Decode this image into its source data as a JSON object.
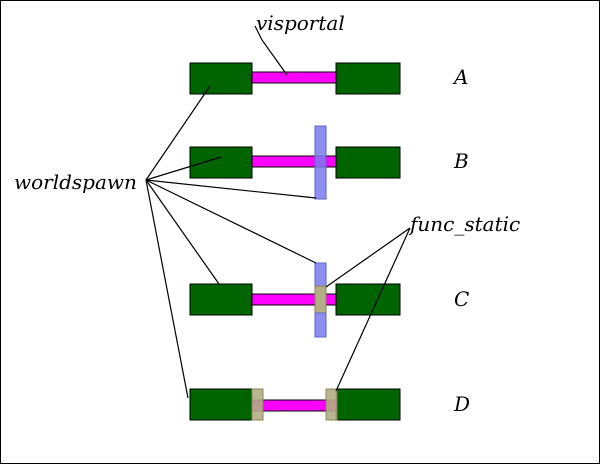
{
  "labels": {
    "visportal": "visportal",
    "worldspawn": "worldspawn",
    "func_static": "func_static"
  },
  "rows": [
    {
      "id": "A",
      "label": "A"
    },
    {
      "id": "B",
      "label": "B"
    },
    {
      "id": "C",
      "label": "C"
    },
    {
      "id": "D",
      "label": "D"
    }
  ],
  "colors": {
    "brush_green": "#006400",
    "portal_magenta": "#ff00ff",
    "blocker_blue": "#7b7bf0",
    "func_static_tan": "#b4ad85",
    "line": "#000000",
    "background": "#ffffff"
  }
}
